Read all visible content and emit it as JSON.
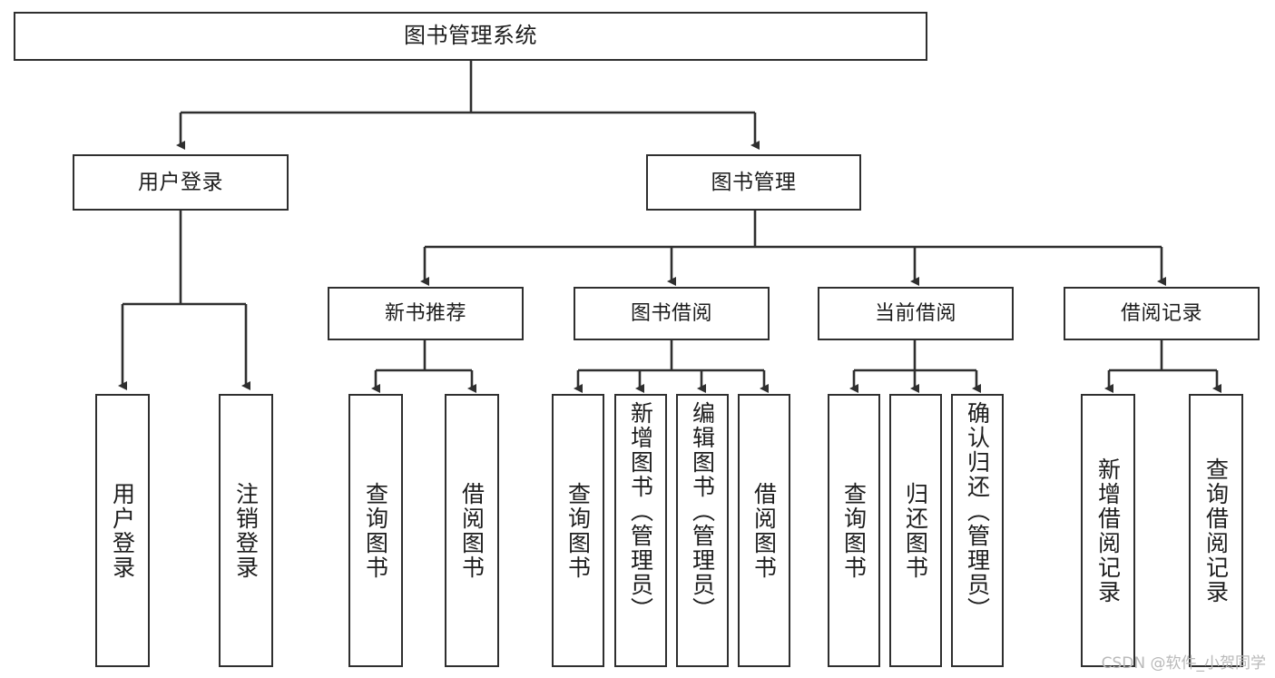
{
  "diagram": {
    "title": "图书管理系统",
    "type": "tree-hierarchy-chart",
    "watermark": "CSDN @软件_小贺同学",
    "colors": {
      "background": "#ffffff",
      "node_border": "#2f2f2f",
      "node_fill": "#ffffff",
      "edge": "#2f2f2f",
      "text": "#1d1d1d",
      "watermark": "#b9b9b9"
    },
    "root": {
      "label": "图书管理系统"
    },
    "level2": [
      {
        "label": "用户登录"
      },
      {
        "label": "图书管理"
      }
    ],
    "level3": [
      {
        "label": "新书推荐"
      },
      {
        "label": "图书借阅"
      },
      {
        "label": "当前借阅"
      },
      {
        "label": "借阅记录"
      }
    ],
    "leaves": {
      "user_login": [
        {
          "label": "用户登录"
        },
        {
          "label": "注销登录"
        }
      ],
      "new_book_recommend": [
        {
          "label": "查询图书"
        },
        {
          "label": "借阅图书"
        }
      ],
      "book_borrow": [
        {
          "label": "查询图书"
        },
        {
          "label": "新增图书（管理员）"
        },
        {
          "label": "编辑图书（管理员）"
        },
        {
          "label": "借阅图书"
        }
      ],
      "current_borrow": [
        {
          "label": "查询图书"
        },
        {
          "label": "归还图书"
        },
        {
          "label": "确认归还（管理员）"
        }
      ],
      "borrow_record": [
        {
          "label": "新增借阅记录"
        },
        {
          "label": "查询借阅记录"
        }
      ]
    }
  }
}
